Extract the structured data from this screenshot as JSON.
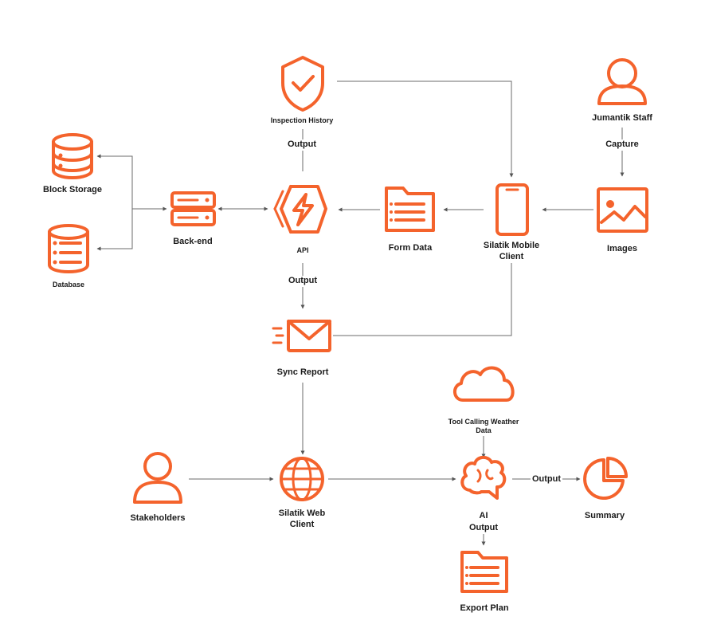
{
  "colors": {
    "accent": "#f4632c",
    "connector": "#6b6b6b",
    "text": "#1a1a1a",
    "background": "#ffffff"
  },
  "nodes": {
    "inspection_history": {
      "label": "Inspection History",
      "icon": "shield-check-icon"
    },
    "jumantik_staff": {
      "label": "Jumantik Staff",
      "icon": "user-icon"
    },
    "block_storage": {
      "label": "Block Storage",
      "icon": "database-icon"
    },
    "database": {
      "label": "Database",
      "icon": "database-list-icon"
    },
    "backend": {
      "label": "Back-end",
      "icon": "server-icon"
    },
    "api": {
      "label": "API",
      "icon": "api-gateway-icon"
    },
    "form_data": {
      "label": "Form Data",
      "icon": "folder-list-icon"
    },
    "mobile_client": {
      "line1": "Silatik Mobile",
      "line2": "Client",
      "icon": "smartphone-icon"
    },
    "images": {
      "label": "Images",
      "icon": "image-icon"
    },
    "sync_report": {
      "label": "Sync Report",
      "icon": "mail-send-icon"
    },
    "weather": {
      "line1": "Tool Calling Weather",
      "line2": "Data",
      "icon": "cloud-icon"
    },
    "stakeholders": {
      "label": "Stakeholders",
      "icon": "user-icon"
    },
    "web_client": {
      "line1": "Silatik Web",
      "line2": "Client",
      "icon": "globe-icon"
    },
    "ai": {
      "label": "AI",
      "icon": "brain-icon"
    },
    "summary": {
      "label": "Summary",
      "icon": "pie-chart-icon"
    },
    "export_plan": {
      "label": "Export Plan",
      "icon": "folder-list-icon"
    }
  },
  "edge_labels": {
    "inspection_output": "Output",
    "capture": "Capture",
    "api_output": "Output",
    "ai_output": "Output",
    "summary_output": "Output"
  }
}
